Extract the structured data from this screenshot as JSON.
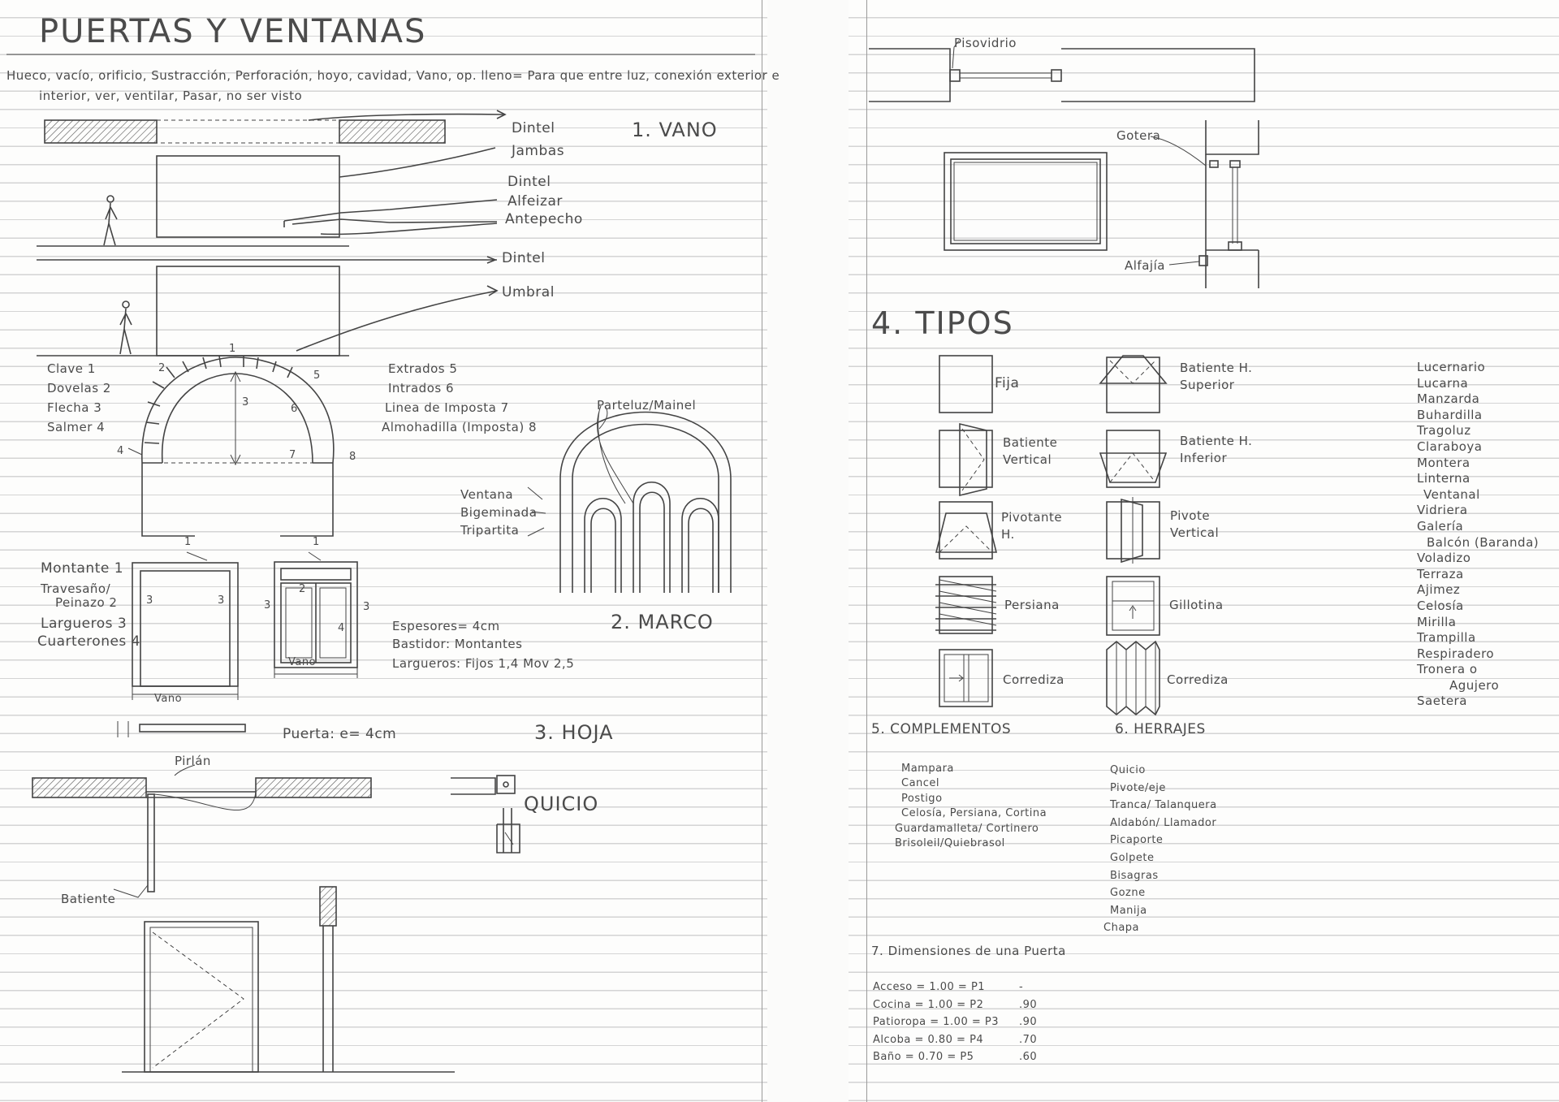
{
  "left_page": {
    "title": "PUERTAS Y VENTANAS",
    "intro_line1": "Hueco, vacío, orificio, Sustracción, Perforación, hoyo, cavidad, Vano, op. lleno= Para que entre luz, conexión exterior e",
    "intro_line2": "interior, ver, ventilar, Pasar, no ser visto",
    "section1": "1. VANO",
    "vano_labels": [
      "Dintel",
      "Jambas",
      "Dintel",
      "Alfeizar",
      "Antepecho",
      "Dintel",
      "Umbral"
    ],
    "arch_parts_left": [
      "Clave 1",
      "Dovelas 2",
      "Flecha 3",
      "Salmer 4"
    ],
    "arch_parts_right": [
      "Extrados 5",
      "Intrados 6",
      "Linea de Imposta 7",
      "Almohadilla (Imposta) 8"
    ],
    "arch_numbers": [
      "1",
      "2",
      "3",
      "4",
      "5",
      "6",
      "7",
      "8"
    ],
    "parteluz": "Parteluz/Mainel",
    "ventana_types": [
      "Ventana",
      "Bigeminada",
      "Tripartita"
    ],
    "marco_parts": [
      "Montante 1",
      "Travesaño/",
      "Peinazo 2",
      "Largueros 3",
      "Cuarterones 4"
    ],
    "marco_numbers": [
      "1",
      "3",
      "3",
      "1",
      "2",
      "3",
      "3",
      "4"
    ],
    "vano_caption": "Vano",
    "section2": "2. MARCO",
    "espesores": [
      "Espesores= 4cm",
      "Bastidor: Montantes",
      "Largueros: Fijos 1,4 Mov 2,5"
    ],
    "puerta_e": "Puerta: e= 4cm",
    "section3": "3. HOJA",
    "pirlan": "Pirlán",
    "quicio": "QUICIO",
    "batiente": "Batiente"
  },
  "right_page": {
    "pisovidrio": "Pisovidrio",
    "gotera": "Gotera",
    "alfajia": "Alfajía",
    "section4": "4. TIPOS",
    "tipos_col1": [
      "Fija",
      "Batiente Vertical",
      "Pivotante H.",
      "Persiana",
      "Corrediza"
    ],
    "tipos_col2": [
      "Batiente H. Superior",
      "Batiente H. Inferior",
      "Pivote Vertical",
      "Gillotina",
      "Corrediza"
    ],
    "tipos_list": [
      "Lucernario",
      "Lucarna",
      "Manzarda",
      "Buhardilla",
      "Tragoluz",
      "Claraboya",
      "Montera",
      "Linterna",
      "Ventanal",
      "Vidriera",
      "Galería",
      "Balcón (Baranda)",
      "Voladizo",
      "Terraza",
      "Ajimez",
      "Celosía",
      "Mirilla",
      "Trampilla",
      "Respiradero",
      "Tronera o",
      "Agujero",
      "Saetera"
    ],
    "section5": "5. COMPLEMENTOS",
    "complementos": [
      "Mampara",
      "Cancel",
      "Postigo",
      "Celosía, Persiana, Cortina",
      "Guardamalleta/ Cortinero",
      "Brisoleil/Quiebrasol"
    ],
    "section6": "6. HERRAJES",
    "herrajes": [
      "Quicio",
      "Pivote/eje",
      "Tranca/ Talanquera",
      "Aldabón/ Llamador",
      "Picaporte",
      "Golpete",
      "Bisagras",
      "Gozne",
      "Manija",
      "Chapa"
    ],
    "section7": "7. Dimensiones de una Puerta",
    "dimensiones": [
      {
        "label": "Acceso = 1.00 = P1",
        "alt": "-"
      },
      {
        "label": "Cocina = 1.00 = P2",
        "alt": ".90"
      },
      {
        "label": "Patioropa = 1.00 = P3",
        "alt": ".90"
      },
      {
        "label": "Alcoba = 0.80 = P4",
        "alt": ".70"
      },
      {
        "label": "Baño = 0.70 = P5",
        "alt": ".60"
      }
    ]
  }
}
